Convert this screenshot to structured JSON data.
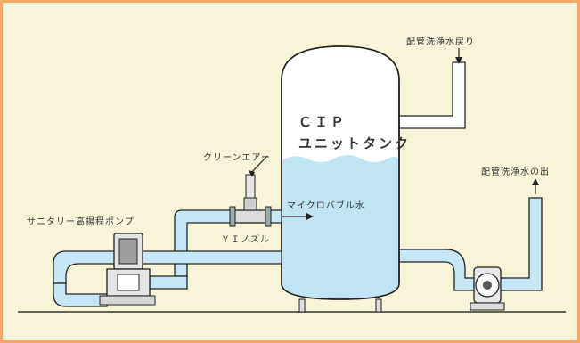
{
  "labels": {
    "return_label": "配管洗浄水戻り",
    "outlet_label": "配管洗浄水の出",
    "clean_air": "クリーンエアー",
    "tank_title_1": "ＣＩＰ",
    "tank_title_2": "ユニットタンク",
    "microbubble": "マイクロバブル水",
    "nozzle": "ＹＩノズル",
    "pump": "サニタリー高揚程ポンプ"
  },
  "colors": {
    "background": "#f8f4d8",
    "border": "#f2a86b",
    "water": "#bfe4f5",
    "pipe_fill": "#c6e7f6",
    "outline": "#222222"
  }
}
